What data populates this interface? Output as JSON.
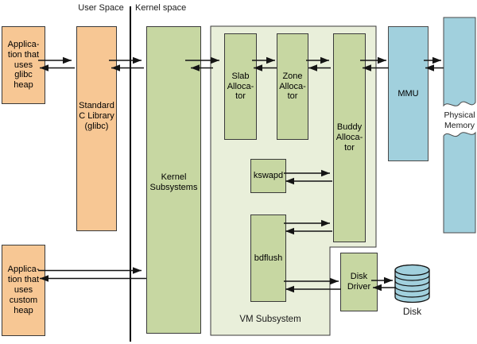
{
  "space_labels": {
    "user_space": "User Space",
    "kernel_space": "Kernel space"
  },
  "boxes": {
    "app_glibc": "Applica-\ntion that\nuses\nglibc\nheap",
    "app_custom": "Applica-\ntion that\nuses\ncustom\nheap",
    "std_c_library": "Standard\nC Library\n(glibc)",
    "kernel_subsystems": "Kernel\nSubsystems",
    "vm_subsystem": "VM Subsystem",
    "slab_allocator": "Slab\nAlloca-\ntor",
    "zone_allocator": "Zone\nAlloca-\ntor",
    "buddy_allocator": "Buddy\nAlloca-\ntor",
    "kswapd": "kswapd",
    "bdflush": "bdflush",
    "disk_driver": "Disk\nDriver",
    "mmu": "MMU",
    "physical_memory": "Physical\nMemory",
    "disk": "Disk"
  },
  "colors": {
    "user_space_fill": "#f7c794",
    "kernel_fill": "#c7d7a2",
    "vm_subsystem_fill": "#e9efda",
    "hardware_fill": "#a1d0dd",
    "border": "#3a3a3a",
    "arrow": "#141414"
  }
}
